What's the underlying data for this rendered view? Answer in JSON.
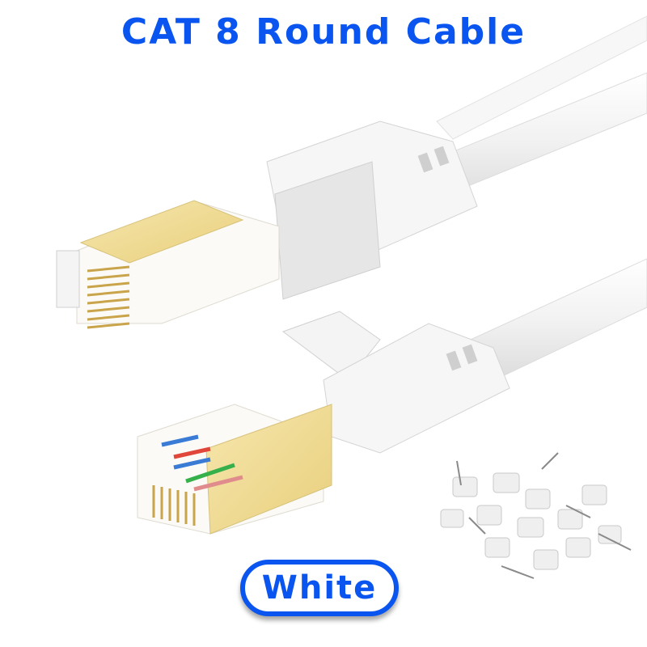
{
  "header": {
    "title": "CAT 8 Round Cable"
  },
  "badge": {
    "label": "White"
  },
  "colors": {
    "accent": "#0a55f0",
    "cable": "#f3f3f3",
    "cable_shadow": "#d8d8d8",
    "gold": "#f2dd9a",
    "gold_dark": "#c9a44a",
    "wire_blue": "#3a7bd5",
    "wire_red": "#e0463a",
    "wire_green": "#35b04a"
  },
  "product": {
    "items": [
      "rj45-connector-top",
      "rj45-connector-bottom",
      "cable-clips-with-nails"
    ]
  }
}
